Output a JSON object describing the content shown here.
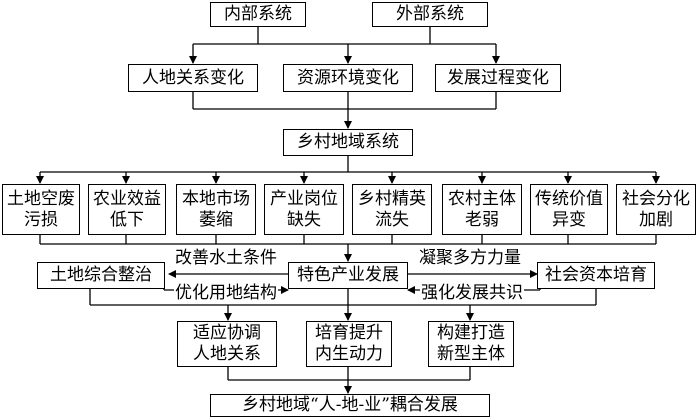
{
  "top": {
    "internal": "内部系统",
    "external": "外部系统"
  },
  "changes": [
    "人地关系变化",
    "资源环境变化",
    "发展过程变化"
  ],
  "core": "乡村地域系统",
  "problems": [
    [
      "土地空废",
      "污损"
    ],
    [
      "农业效益",
      "低下"
    ],
    [
      "本地市场",
      "萎缩"
    ],
    [
      "产业岗位",
      "缺失"
    ],
    [
      "乡村精英",
      "流失"
    ],
    [
      "农村主体",
      "老弱"
    ],
    [
      "传统价值",
      "异变"
    ],
    [
      "社会分化",
      "加剧"
    ]
  ],
  "measures": {
    "land": "土地综合整治",
    "industry": "特色产业发展",
    "capital": "社会资本培育"
  },
  "links": {
    "improve_water_soil": "改善水土条件",
    "optimize_land": "优化用地结构",
    "gather_forces": "凝聚多方力量",
    "strengthen_consensus": "强化发展共识"
  },
  "outcomes": [
    [
      "适应协调",
      "人地关系"
    ],
    [
      "培育提升",
      "内生动力"
    ],
    [
      "构建打造",
      "新型主体"
    ]
  ],
  "goal": "乡村地域“人-地-业”耦合发展"
}
